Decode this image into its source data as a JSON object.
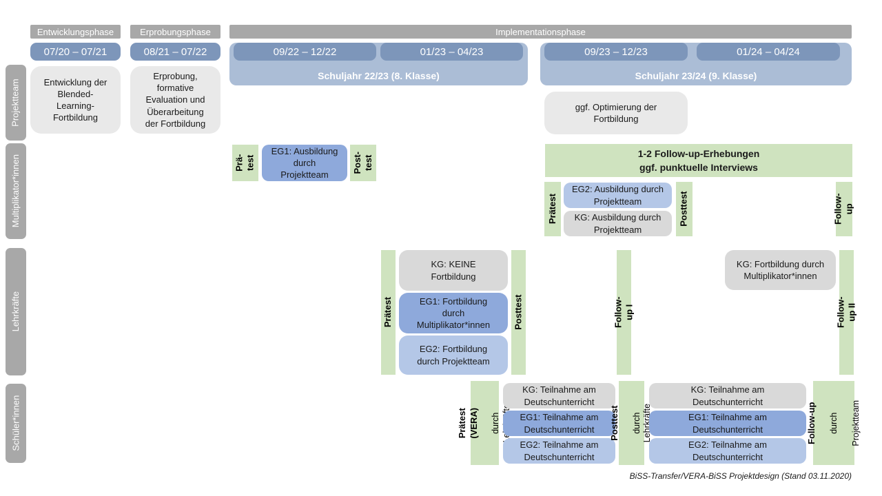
{
  "caption": "BiSS-Transfer/VERA-BiSS Projektdesign (Stand 03.11.2020)",
  "phases": {
    "entwicklung": "Entwicklungsphase",
    "erprobung": "Erprobungsphase",
    "implementation": "Implementationsphase"
  },
  "timeline": {
    "dates": [
      "07/20 – 07/21",
      "08/21 – 07/22",
      "09/22 – 12/22",
      "01/23 – 04/23",
      "09/23 – 12/23",
      "01/24 – 04/24"
    ],
    "school_years": [
      "Schuljahr 22/23 (8. Klasse)",
      "Schuljahr 23/24 (9. Klasse)"
    ]
  },
  "lanes": {
    "projektteam": {
      "label": "Projektteam",
      "entwicklung_box": "Entwicklung der\nBlended-\nLearning-\nFortbildung",
      "erprobung_box": "Erprobung,\nformative\nEvaluation und\nÜberarbeitung\nder Fortbildung",
      "optimierung_box": "ggf. Optimierung der\nFortbildung"
    },
    "multiplikatoren": {
      "label": "Multiplikator*innen",
      "praetest_1": "Prä-\ntest",
      "eg1": "EG1: Ausbildung\ndurch\nProjektteam",
      "posttest_1": "Post-\ntest",
      "followup_banner": "1-2 Follow-up-Erhebungen\nggf. punktuelle Interviews",
      "praetest_2": "Prätest",
      "eg2": "EG2: Ausbildung durch\nProjektteam",
      "kg": "KG: Ausbildung durch\nProjektteam",
      "posttest_2": "Posttest",
      "followup": "Follow-up"
    },
    "lehrkraefte": {
      "label": "Lehrkräfte",
      "praetest": "Prätest",
      "kg": "KG: KEINE\nFortbildung",
      "eg1": "EG1: Fortbildung\ndurch\nMultiplikator*innen",
      "eg2": "EG2: Fortbildung\ndurch Projektteam",
      "posttest": "Posttest",
      "followup1": "Follow-up I",
      "kg2": "KG: Fortbildung durch\nMultiplikator*innen",
      "followup2": "Follow-up II"
    },
    "schueler": {
      "label": "Schüler*innen",
      "praetest_main": "Prätest (VERA)",
      "praetest_sub": "durch Lehrkräfte",
      "kg": "KG: Teilnahme am\nDeutschunterricht",
      "eg1": "EG1: Teilnahme am\nDeutschunterricht",
      "eg2": "EG2: Teilnahme am\nDeutschunterricht",
      "posttest_main": "Posttest",
      "posttest_sub": "durch Lehrkräfte",
      "kg2": "KG: Teilnahme am\nDeutschunterricht",
      "eg1b": "EG1: Teilnahme am\nDeutschunterricht",
      "eg2b": "EG2: Teilnahme am\nDeutschunterricht",
      "followup_main": "Follow-up",
      "followup_sub1": "durch",
      "followup_sub2": "Projektteam"
    }
  },
  "colors": {
    "phase_header_gray": "#a8a8a8",
    "lane_label_gray": "#a8a8a8",
    "date_pill_blue": "#7d96ba",
    "school_year_band_blue": "#abbdd6",
    "project_box_gray": "#e9e9e9",
    "kg_gray": "#d9d9d9",
    "eg1_blue": "#8ea9db",
    "eg2_blue": "#b4c7e7",
    "test_green": "#cfe3bf"
  }
}
